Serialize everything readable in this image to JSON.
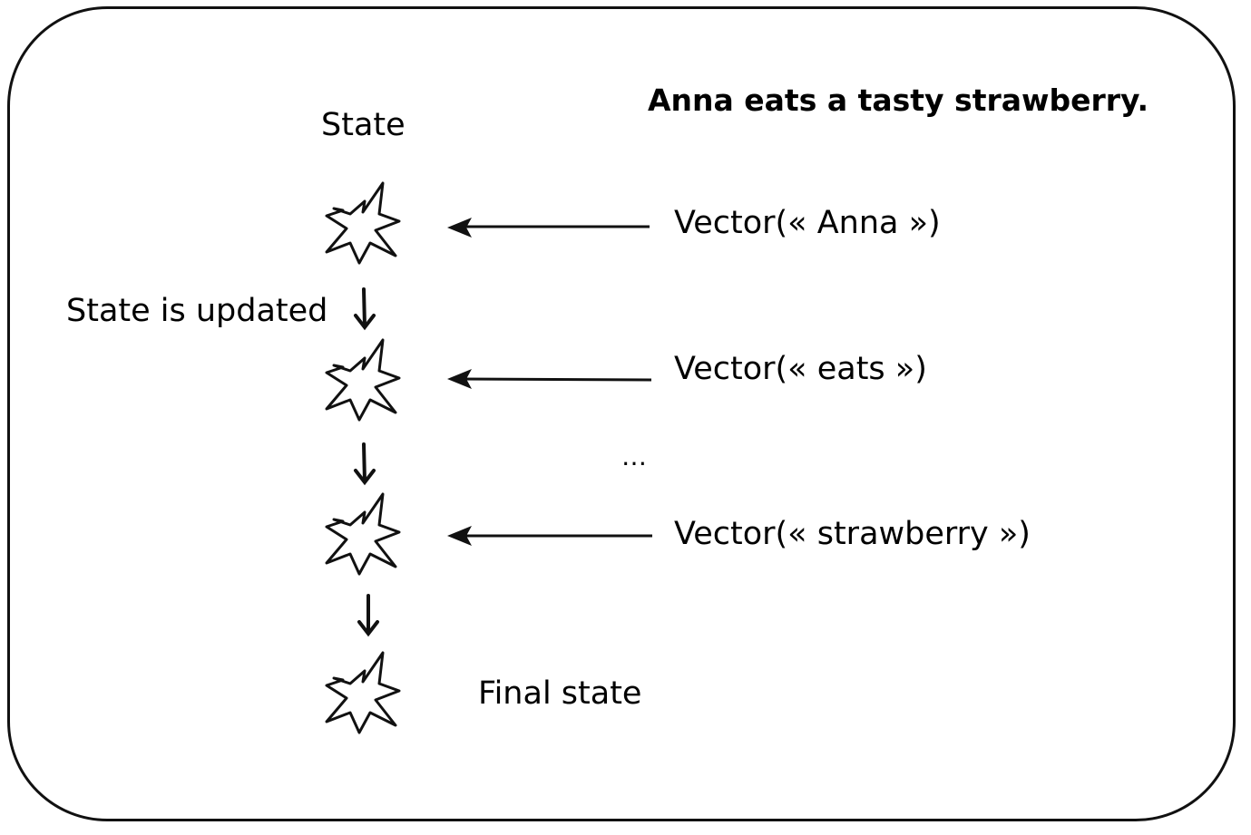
{
  "title": "Anna eats a tasty strawberry.",
  "state_header": "State",
  "update_label": "State is updated",
  "inputs": [
    {
      "text": "Vector(« Anna »)"
    },
    {
      "text": "Vector(« eats »)"
    },
    {
      "text": "…"
    },
    {
      "text": "Vector(« strawberry »)"
    }
  ],
  "final_label": "Final state",
  "colors": {
    "stroke": "#111111",
    "background": "#ffffff"
  }
}
